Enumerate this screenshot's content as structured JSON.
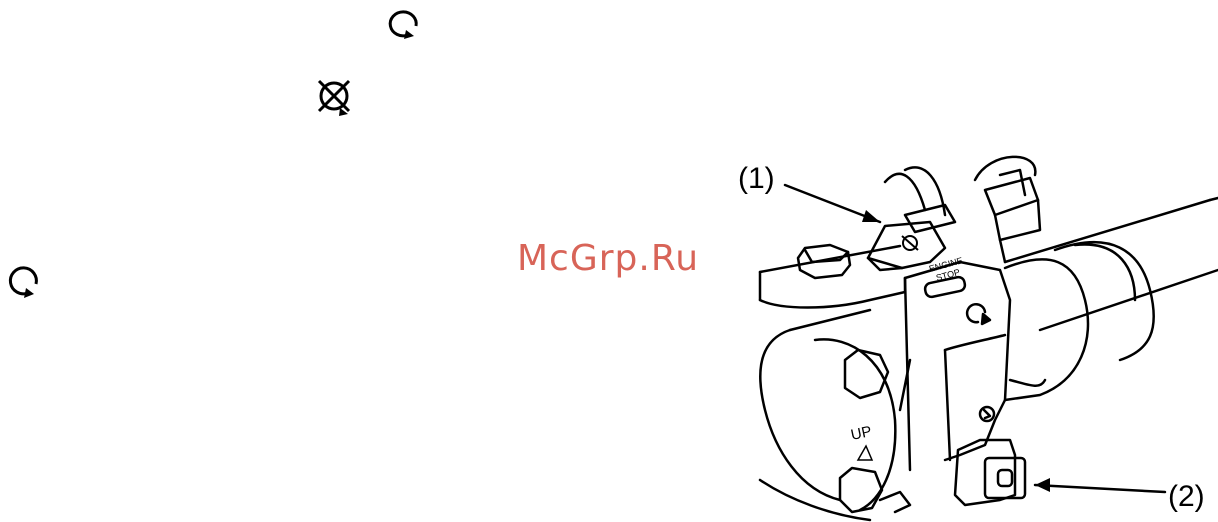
{
  "watermark": {
    "text": "McGrp.Ru"
  },
  "callouts": {
    "label_1": "(1)",
    "label_2": "(2)"
  },
  "illustration": {
    "switch_label_line1": "ENGINE",
    "switch_label_line2": "STOP",
    "shift_label": "UP"
  },
  "icons": {
    "run_symbol_top": "engine-run-icon",
    "stop_symbol": "engine-stop-icon",
    "run_symbol_left": "engine-run-icon",
    "start_symbol": "engine-start-icon"
  },
  "colors": {
    "watermark": "#d24a3c",
    "line": "#000000"
  }
}
